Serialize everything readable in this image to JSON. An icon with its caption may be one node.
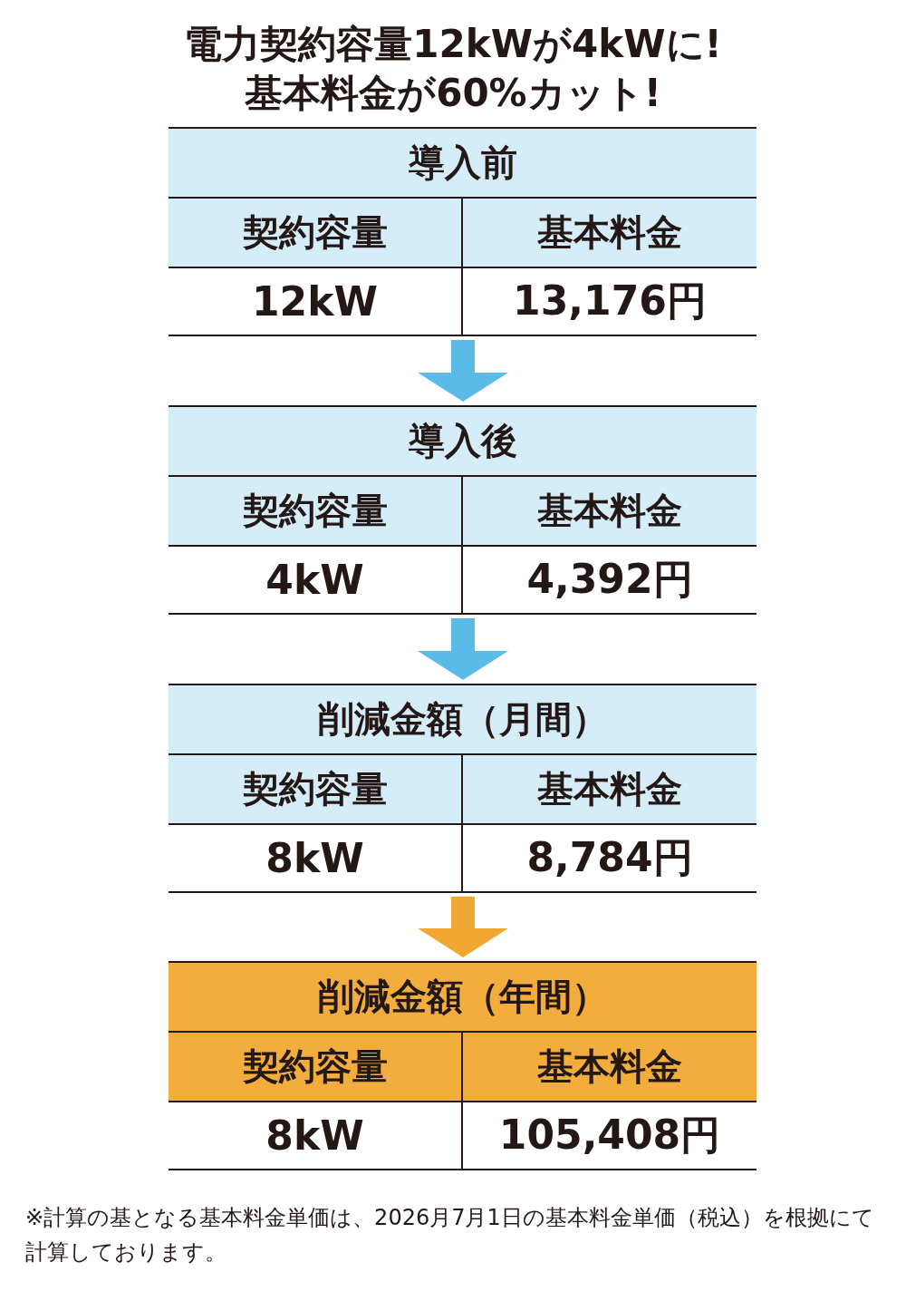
{
  "diagram": {
    "title": "電力契約容量12kWが4kWに! 基本料金が60%カット!",
    "nodes": [
      {
        "text": [
          "導入前"
        ]
      },
      {
        "text": [
          "契約容量"
        ],
        "in": 0
      },
      {
        "text": [
          "基本料金"
        ],
        "in": 0
      },
      {
        "text": [
          "12kW"
        ],
        "in": 0
      },
      {
        "text": [
          "13,176円"
        ],
        "in": 0
      },
      {
        "text": [
          "導入後"
        ]
      },
      {
        "text": [
          "契約容量"
        ],
        "in": 5
      },
      {
        "text": [
          "基本料金"
        ],
        "in": 5
      },
      {
        "text": [
          "4kW"
        ],
        "in": 5
      },
      {
        "text": [
          "4,392円"
        ],
        "in": 5
      },
      {
        "text": [
          "削減金額（月間）"
        ]
      },
      {
        "text": [
          "契約容量"
        ],
        "in": 10
      },
      {
        "text": [
          "基本料金"
        ],
        "in": 10
      },
      {
        "text": [
          "8kW"
        ],
        "in": 10
      },
      {
        "text": [
          "8,784円"
        ],
        "in": 10
      },
      {
        "text": [
          "削減金額（年間）"
        ]
      },
      {
        "text": [
          "契約容量"
        ],
        "in": 15
      },
      {
        "text": [
          "基本料金"
        ],
        "in": 15
      },
      {
        "text": [
          "8kW"
        ],
        "in": 15
      },
      {
        "text": [
          "105,408円"
        ],
        "in": 15
      }
    ],
    "edges": [
      {
        "from": 0,
        "to": 5,
        "arrow": "to"
      },
      {
        "from": 5,
        "to": 10,
        "arrow": "to"
      },
      {
        "from": 10,
        "to": 15,
        "arrow": "to",
        "color": "#f0a832"
      }
    ],
    "caption": "※計算の基となる基本料金単価は、2026月7月1日の基本料金単価（税込）を根拠にて計算しております。"
  }
}
